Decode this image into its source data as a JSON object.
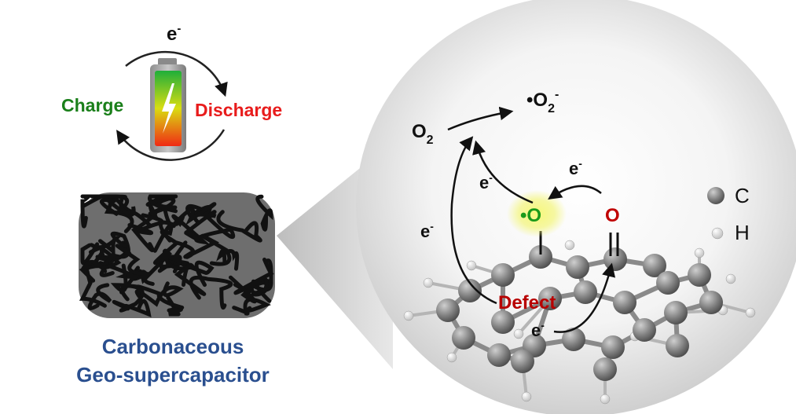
{
  "battery_cycle": {
    "electron_label": "e",
    "electron_sup": "-",
    "charge_label": "Charge",
    "discharge_label": "Discharge"
  },
  "material": {
    "line1": "Carbonaceous",
    "line2": "Geo-supercapacitor"
  },
  "mechanism": {
    "o2_base": "O",
    "o2_sub": "2",
    "superoxide_prefix": "•O",
    "superoxide_sub": "2",
    "superoxide_sup": "-",
    "electron_base": "e",
    "electron_sup": "-",
    "radical_o_label": "•O",
    "carbonyl_o_label": "O",
    "defect_label": "Defect"
  },
  "legend": {
    "carbon_label": "C",
    "hydrogen_label": "H"
  },
  "colors": {
    "charge": "#1a7f1a",
    "discharge": "#e81c1c",
    "material_text": "#2a4f8f",
    "radical_o": "#1a9a1a",
    "carbonyl_o": "#c00000",
    "defect": "#b80000",
    "glow": "#f3f57a"
  },
  "icons": [
    "battery-icon",
    "lightning-bolt-icon",
    "carbon-network-icon",
    "graphene-molecule-icon"
  ]
}
